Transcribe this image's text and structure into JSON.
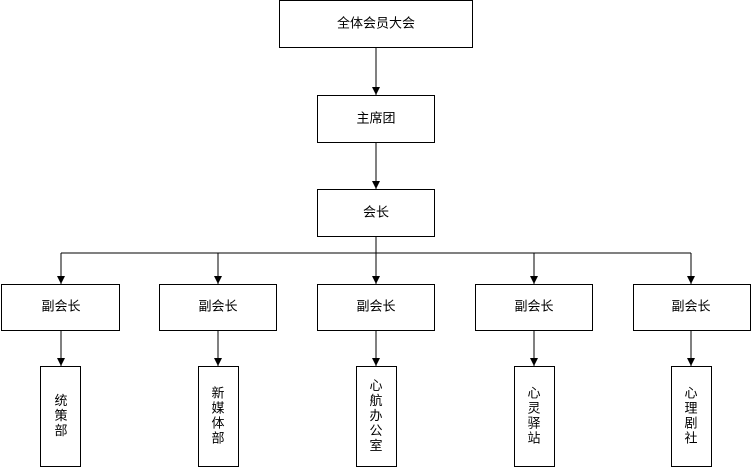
{
  "nodes": {
    "assembly": "全体会员大会",
    "presidium": "主席团",
    "president": "会长",
    "vps": [
      "副会长",
      "副会长",
      "副会长",
      "副会长",
      "副会长"
    ],
    "departments": [
      "统\n策\n部",
      "新\n媒\n体\n部",
      "心\n航\n办\n公\n室",
      "心\n灵\n驿\n站",
      "心\n理\n剧\n社"
    ]
  },
  "colors": {
    "stroke": "#000000",
    "fill": "#ffffff",
    "text": "#000000"
  }
}
